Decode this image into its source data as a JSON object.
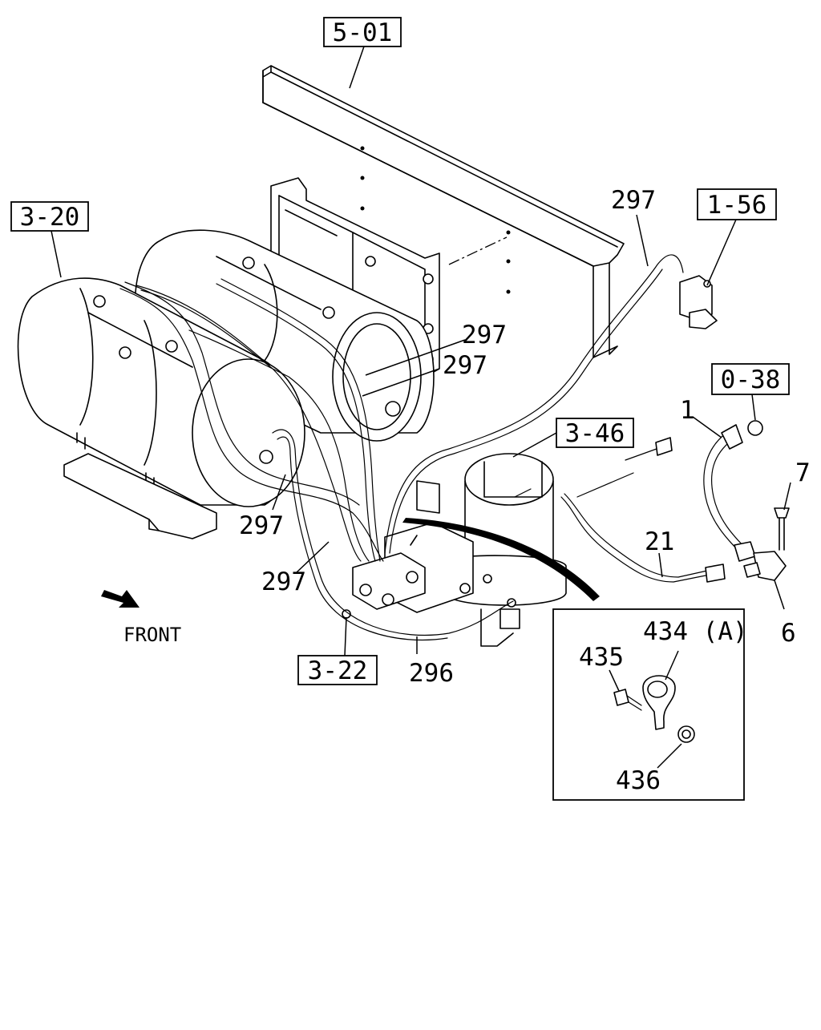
{
  "diagram": {
    "ref_labels": {
      "r_5_01": "5-01",
      "r_3_20": "3-20",
      "r_1_56": "1-56",
      "r_0_38": "0-38",
      "r_3_46": "3-46",
      "r_3_22": "3-22"
    },
    "part_labels": {
      "p297_top": "297",
      "p297_a": "297",
      "p297_b": "297",
      "p297_c": "297",
      "p297_d": "297",
      "p296": "296",
      "p21": "21",
      "p1": "1",
      "p7": "7",
      "p6": "6"
    },
    "detail": {
      "p434": "434 (A)",
      "p435": "435",
      "p436": "436"
    },
    "front_label": "FRONT"
  }
}
